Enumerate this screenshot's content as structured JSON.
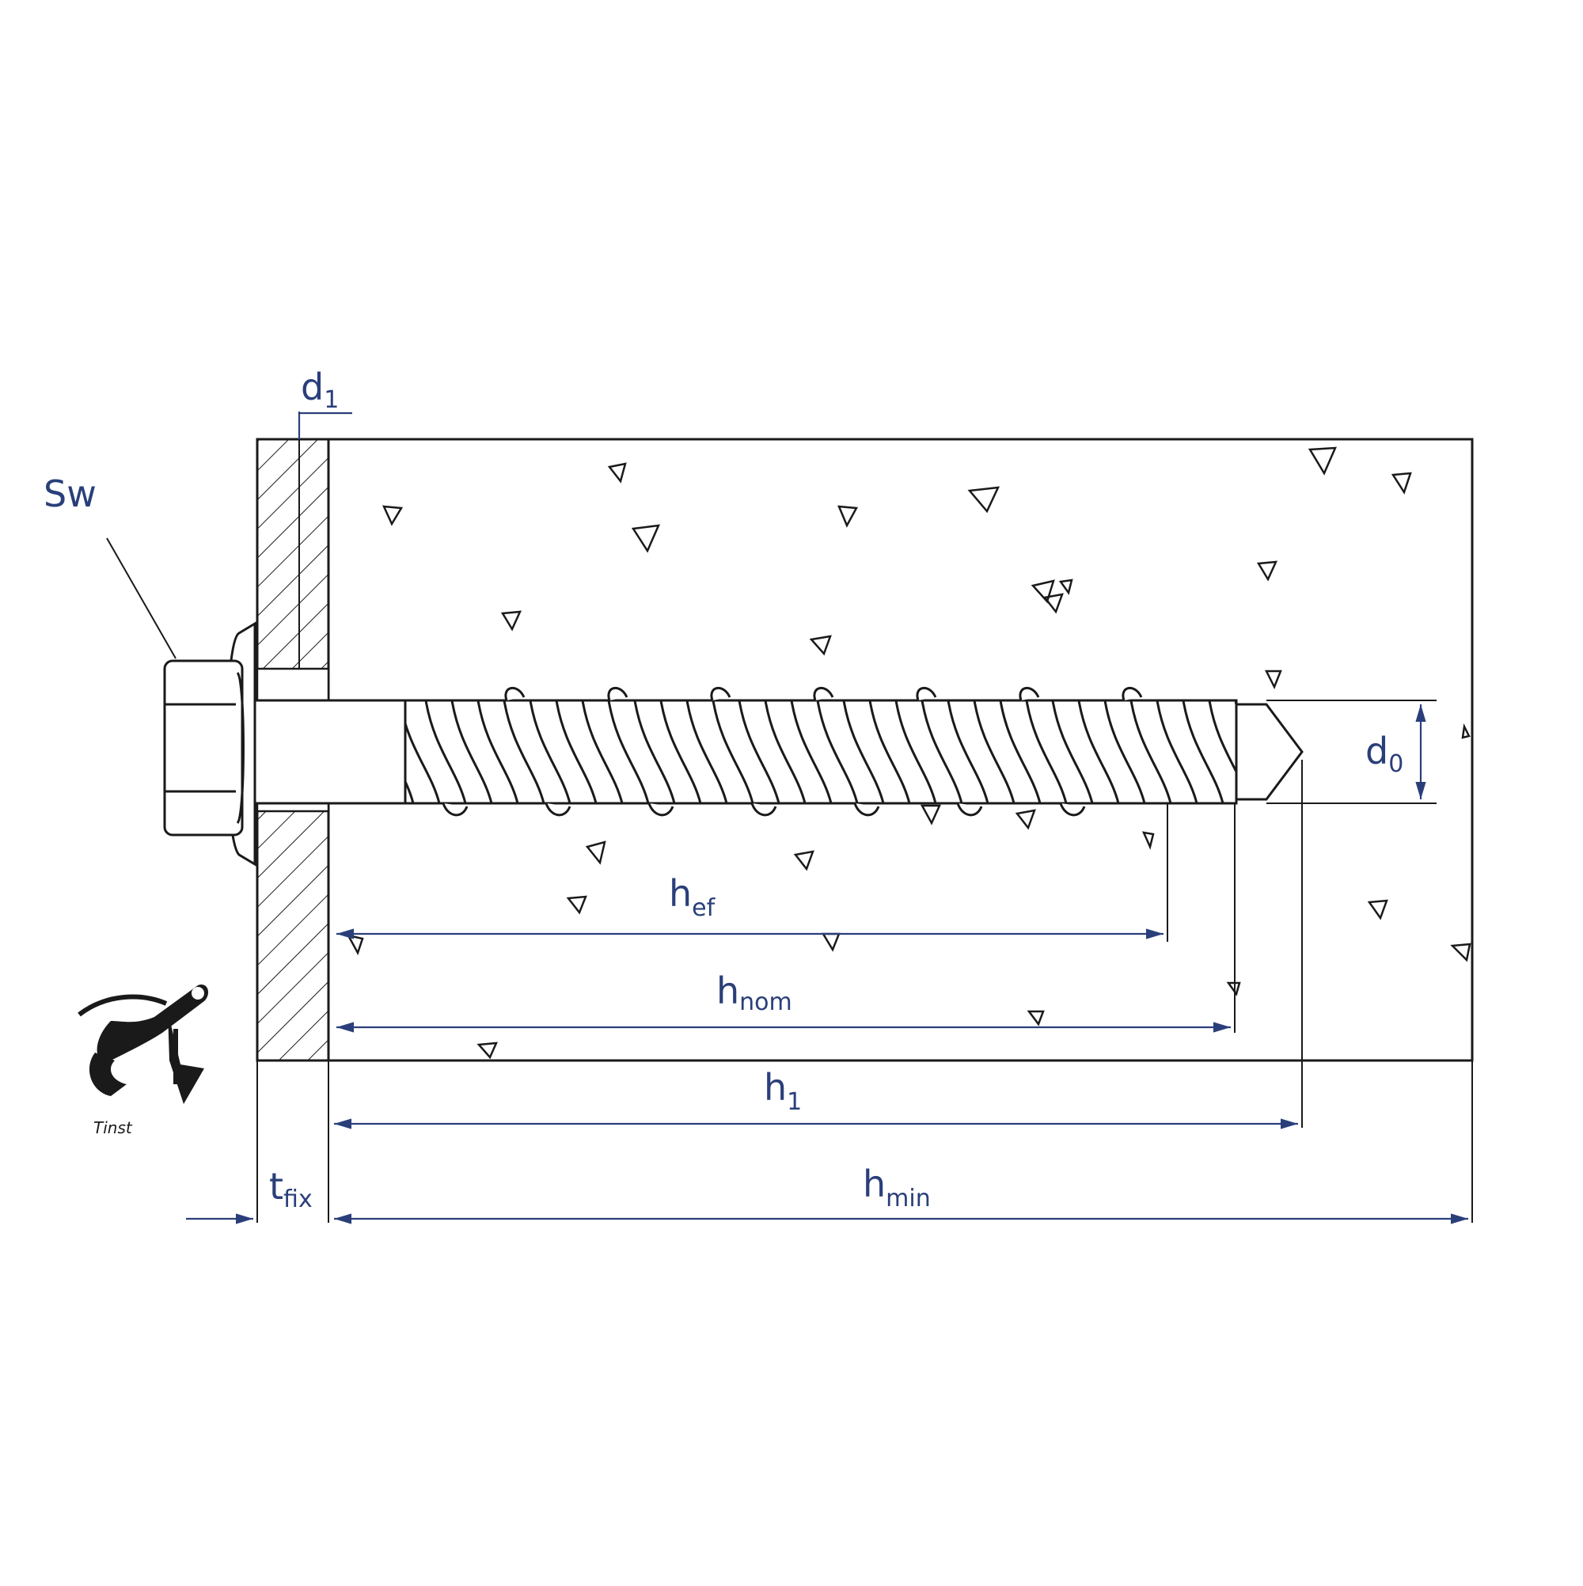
{
  "colors": {
    "line": "#1a1a1a",
    "dimension": "#2a3f7a",
    "label": "#2a3f7a",
    "background": "#ffffff"
  },
  "labels": {
    "sw": "Sw",
    "d1": {
      "main": "d",
      "sub": "1"
    },
    "d0": {
      "main": "d",
      "sub": "0"
    },
    "hef": {
      "main": "h",
      "sub": "ef"
    },
    "hnom": {
      "main": "h",
      "sub": "nom"
    },
    "h1": {
      "main": "h",
      "sub": "1"
    },
    "hmin": {
      "main": "h",
      "sub": "min"
    },
    "tfix": {
      "main": "t",
      "sub": "fix"
    },
    "tinst": "Tinst"
  },
  "icons": {
    "torque": "torque-wrench-icon"
  }
}
